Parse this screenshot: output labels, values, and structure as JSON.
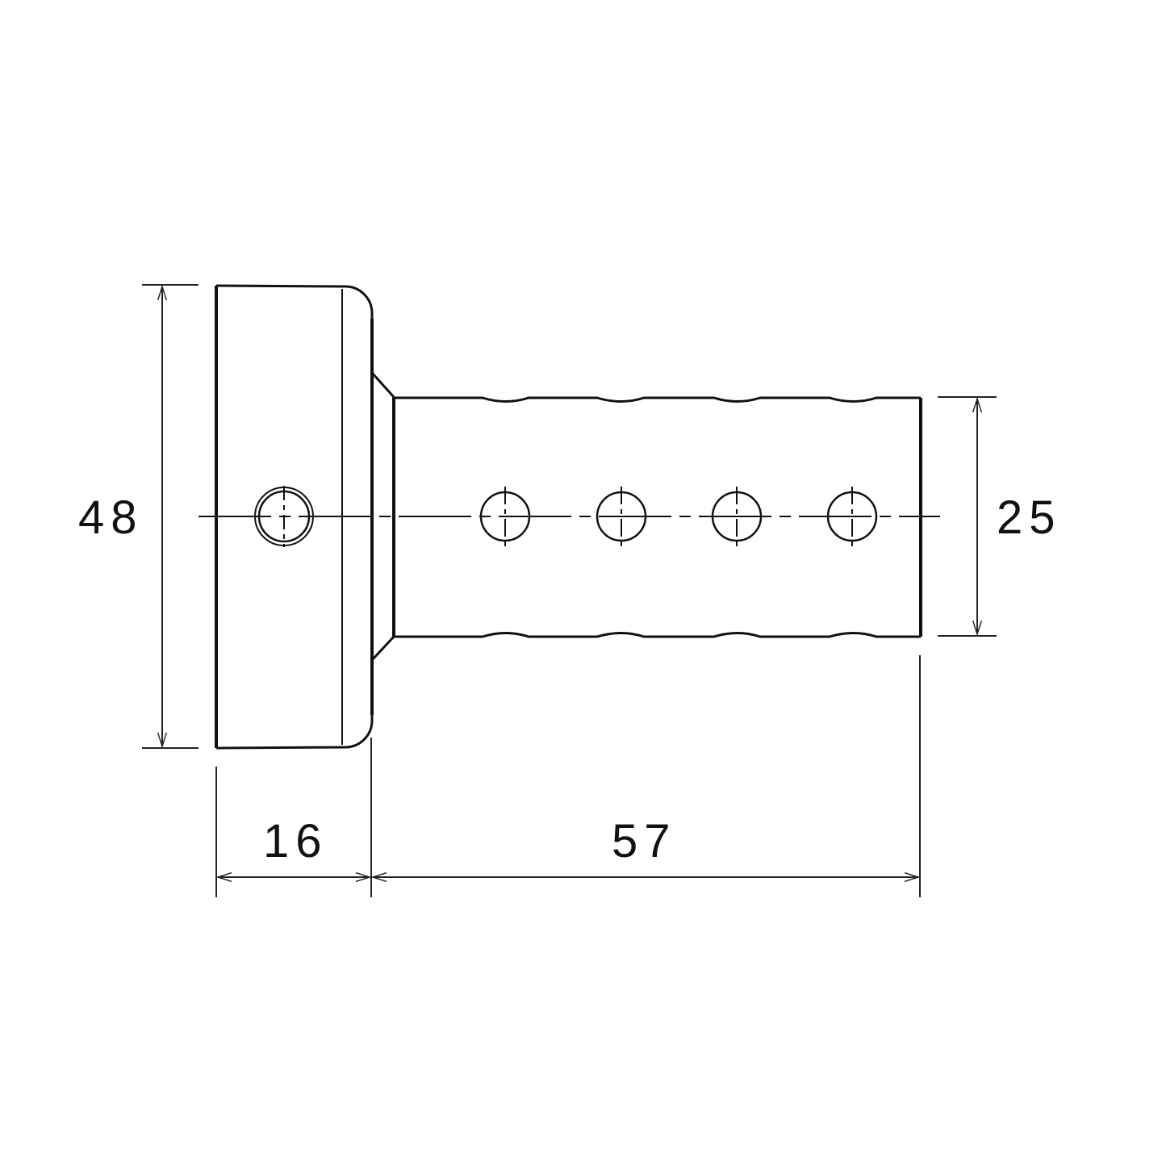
{
  "diagram": {
    "type": "technical-drawing",
    "subject": "flanged cylindrical sleeve with 4 holes on body and 1 hole on flange",
    "dimensions": {
      "flange_diameter": "48",
      "body_diameter": "25",
      "flange_length": "16",
      "body_length": "57"
    },
    "holes": {
      "flange_hole_count": 1,
      "body_hole_count": 4
    },
    "colors": {
      "line": "#111111",
      "background": "#ffffff"
    }
  }
}
